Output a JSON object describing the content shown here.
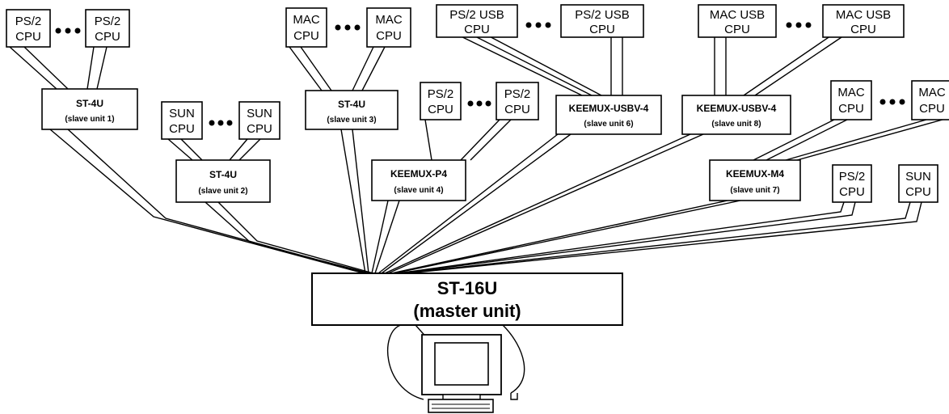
{
  "colors": {
    "line": "#000000",
    "background": "#ffffff"
  },
  "master": {
    "name": "ST-16U",
    "sub": "(master unit)"
  },
  "cpus": {
    "ps2_a1": {
      "line1": "PS/2",
      "line2": "CPU"
    },
    "ps2_a2": {
      "line1": "PS/2",
      "line2": "CPU"
    },
    "sun_1": {
      "line1": "SUN",
      "line2": "CPU"
    },
    "sun_2": {
      "line1": "SUN",
      "line2": "CPU"
    },
    "mac_1": {
      "line1": "MAC",
      "line2": "CPU"
    },
    "mac_2": {
      "line1": "MAC",
      "line2": "CPU"
    },
    "ps2_b1": {
      "line1": "PS/2",
      "line2": "CPU"
    },
    "ps2_b2": {
      "line1": "PS/2",
      "line2": "CPU"
    },
    "ps2usb_1": {
      "line1": "PS/2 USB",
      "line2": "CPU"
    },
    "ps2usb_2": {
      "line1": "PS/2 USB",
      "line2": "CPU"
    },
    "macusb_1": {
      "line1": "MAC USB",
      "line2": "CPU"
    },
    "macusb_2": {
      "line1": "MAC USB",
      "line2": "CPU"
    },
    "mac_b1": {
      "line1": "MAC",
      "line2": "CPU"
    },
    "mac_b2": {
      "line1": "MAC",
      "line2": "CPU"
    },
    "ps2_solo": {
      "line1": "PS/2",
      "line2": "CPU"
    },
    "sun_solo": {
      "line1": "SUN",
      "line2": "CPU"
    }
  },
  "slaves": {
    "u1": {
      "name": "ST-4U",
      "sub": "(slave unit 1)"
    },
    "u2": {
      "name": "ST-4U",
      "sub": "(slave unit 2)"
    },
    "u3": {
      "name": "ST-4U",
      "sub": "(slave unit 3)"
    },
    "u4": {
      "name": "KEEMUX-P4",
      "sub": "(slave unit 4)"
    },
    "u6": {
      "name": "KEEMUX-USBV-4",
      "sub": "(slave unit 6)"
    },
    "u8": {
      "name": "KEEMUX-USBV-4",
      "sub": "(slave unit 8)"
    },
    "u7": {
      "name": "KEEMUX-M4",
      "sub": "(slave unit 7)"
    }
  }
}
